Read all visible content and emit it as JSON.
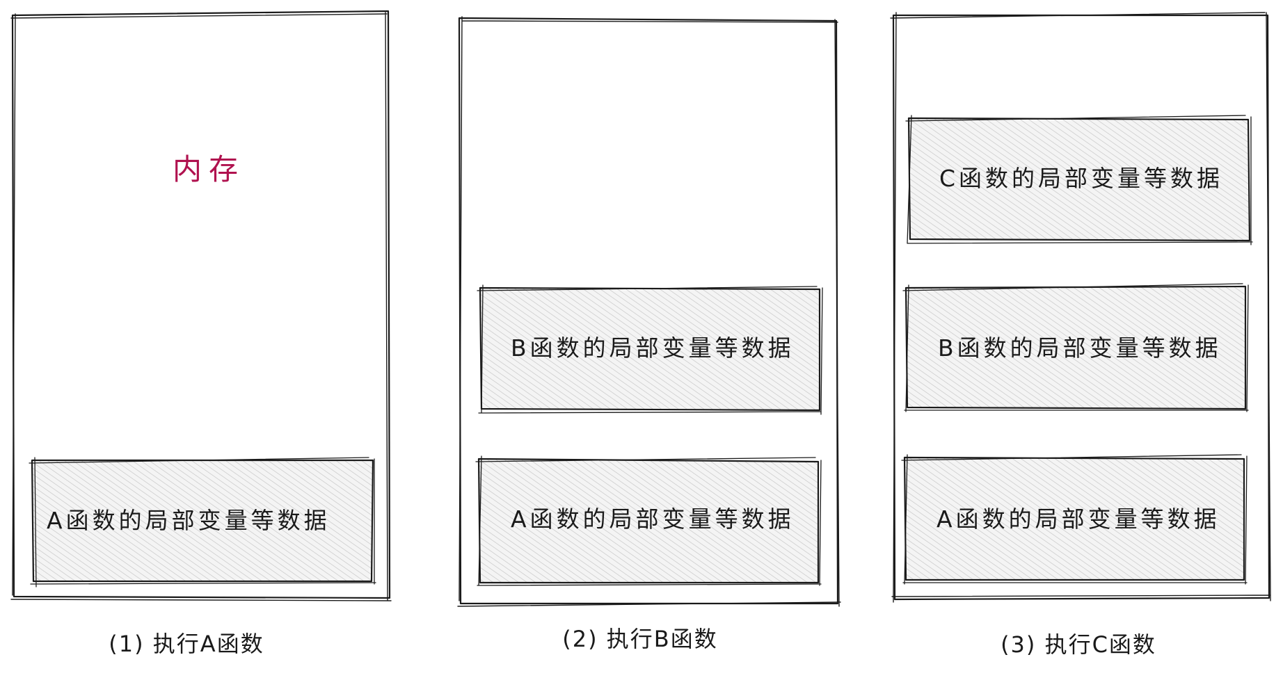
{
  "memory_label": "内存",
  "panels": [
    {
      "caption": "(1) 执行A函数",
      "blocks": [
        "A函数的局部变量等数据"
      ]
    },
    {
      "caption": "(2) 执行B函数",
      "blocks": [
        "B函数的局部变量等数据",
        "A函数的局部变量等数据"
      ]
    },
    {
      "caption": "(3) 执行C函数",
      "blocks": [
        "C函数的局部变量等数据",
        "B函数的局部变量等数据",
        "A函数的局部变量等数据"
      ]
    }
  ],
  "colors": {
    "memory_label": "#b0124f",
    "stroke": "#1a1a1a",
    "hatch": "#c9c9c9"
  }
}
